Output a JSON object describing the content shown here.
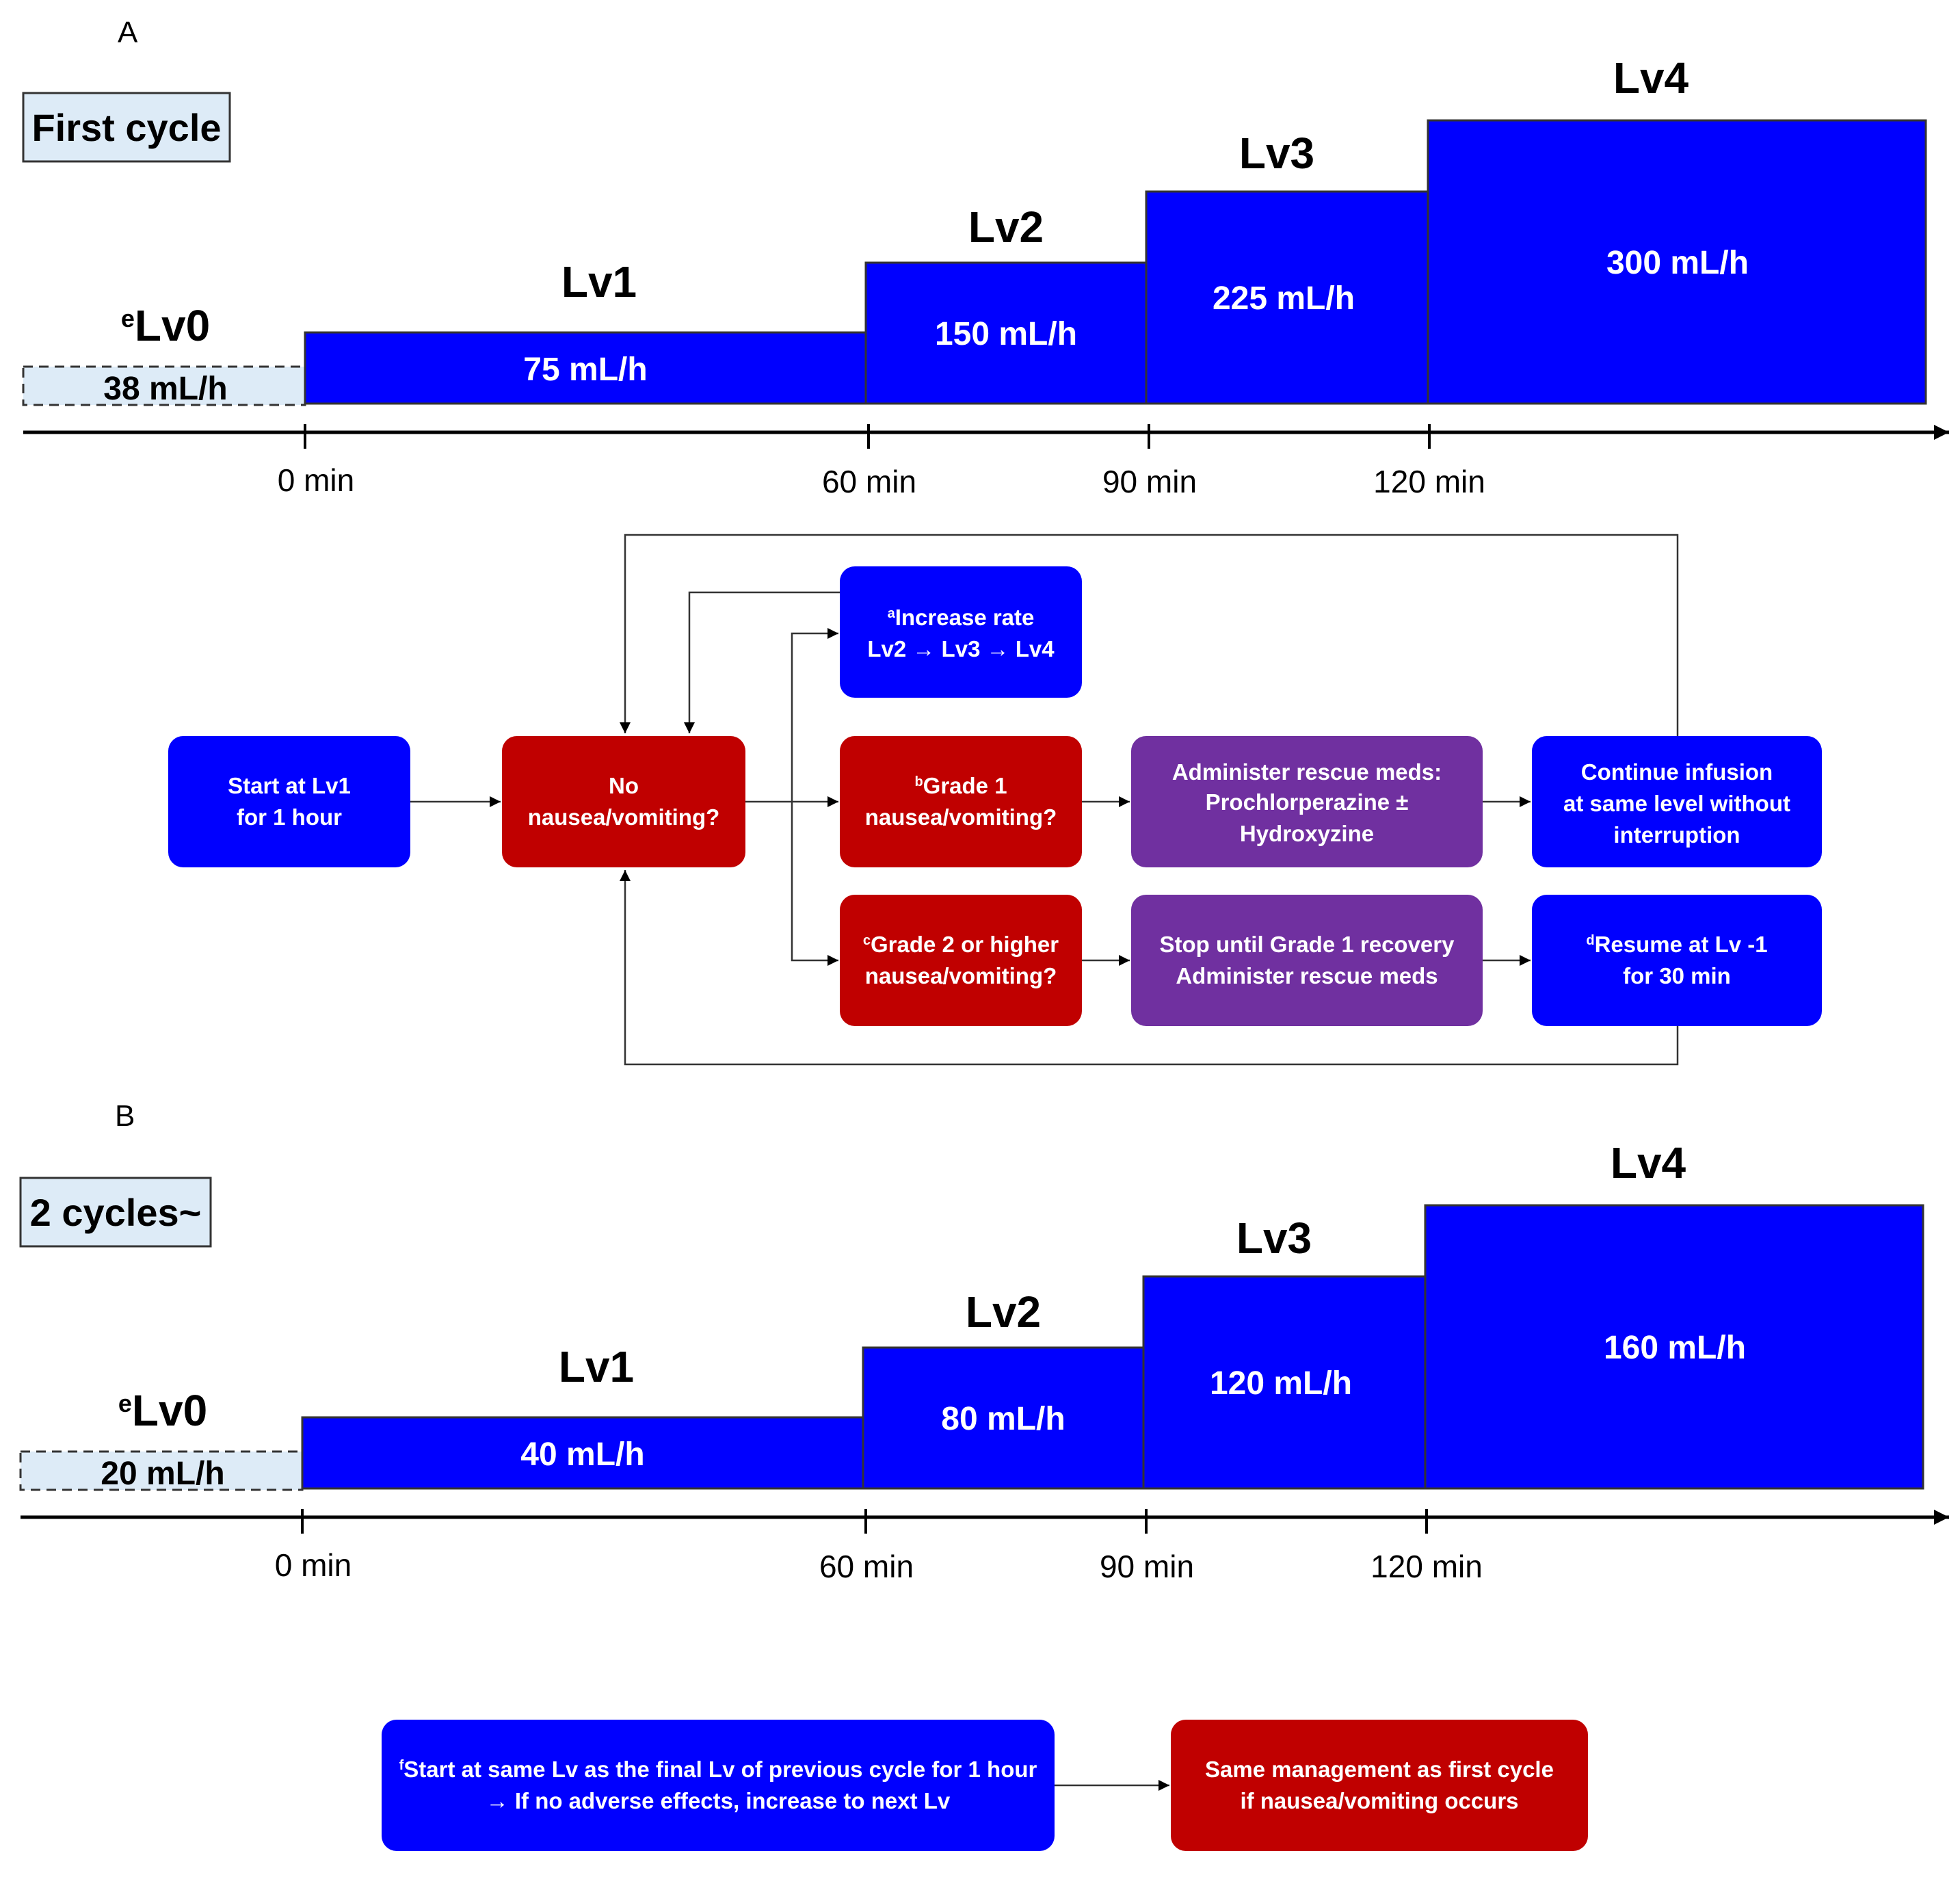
{
  "colors": {
    "blue": "#0000ff",
    "red": "#c00000",
    "purple": "#7030a0",
    "light_blue": "#ddebf7",
    "line": "#000000"
  },
  "panelA": {
    "letter": "A",
    "cycle_label": "First cycle",
    "lv0": {
      "sup": "e",
      "name": "Lv0",
      "rate": "38 mL/h"
    },
    "levels": [
      {
        "name": "Lv1",
        "rate": "75 mL/h"
      },
      {
        "name": "Lv2",
        "rate": "150 mL/h"
      },
      {
        "name": "Lv3",
        "rate": "225 mL/h"
      },
      {
        "name": "Lv4",
        "rate": "300 mL/h"
      }
    ],
    "ticks": [
      "0 min",
      "60 min",
      "90 min",
      "120 min"
    ]
  },
  "flowchart": {
    "start": [
      "Start at Lv1",
      "for 1 hour"
    ],
    "no_nausea": [
      "No",
      "nausea/vomiting?"
    ],
    "increase": {
      "sup": "a",
      "lines": [
        "Increase rate",
        "Lv2 → Lv3 → Lv4"
      ]
    },
    "grade1": {
      "sup": "b",
      "lines": [
        "Grade 1",
        "nausea/vomiting?"
      ]
    },
    "rescue": [
      "Administer rescue meds:",
      "Prochlorperazine ±",
      "Hydroxyzine"
    ],
    "continue": [
      "Continue infusion",
      "at same level without",
      "interruption"
    ],
    "grade2": {
      "sup": "c",
      "lines": [
        "Grade 2 or higher",
        "nausea/vomiting?"
      ]
    },
    "stop": [
      "Stop until  Grade 1 recovery",
      "Administer rescue meds"
    ],
    "resume": {
      "sup": "d",
      "lines": [
        "Resume at Lv -1",
        "for 30 min"
      ]
    }
  },
  "panelB": {
    "letter": "B",
    "cycle_label": "2 cycles~",
    "lv0": {
      "sup": "e",
      "name": "Lv0",
      "rate": "20 mL/h"
    },
    "levels": [
      {
        "name": "Lv1",
        "rate": "40 mL/h"
      },
      {
        "name": "Lv2",
        "rate": "80 mL/h"
      },
      {
        "name": "Lv3",
        "rate": "120 mL/h"
      },
      {
        "name": "Lv4",
        "rate": "160 mL/h"
      }
    ],
    "ticks": [
      "0 min",
      "60 min",
      "90 min",
      "120 min"
    ],
    "start_box": {
      "sup": "f",
      "lines": [
        "Start at same Lv  as the final Lv of previous cycle for 1 hour",
        "→ If no adverse effects, increase to next Lv"
      ]
    },
    "same_box": [
      "Same management as first cycle",
      "if nausea/vomiting occurs"
    ]
  }
}
